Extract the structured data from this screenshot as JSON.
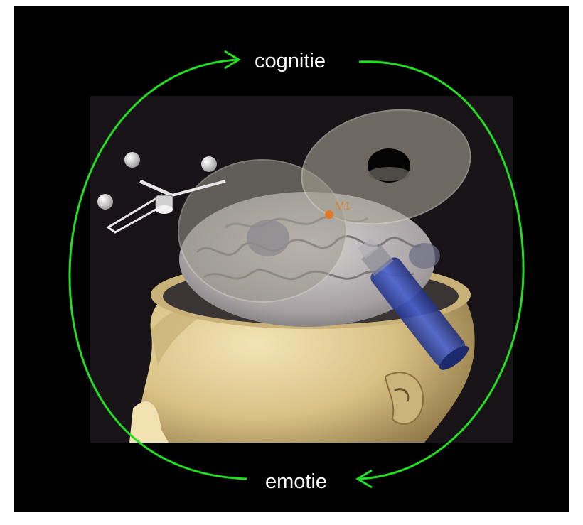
{
  "labels": {
    "top": "cognitie",
    "bottom": "emotie",
    "marker": "M1"
  },
  "colors": {
    "background": "#000000",
    "cycle_arrows": "#22dd22",
    "label_text": "#ffffff",
    "marker": "#e07a2a",
    "coil": "#3b4fb8",
    "skin": "#e6d29b"
  },
  "icons": {
    "cycle": "clockwise-cycle-arrows",
    "image": "head-brain-tms-render"
  }
}
